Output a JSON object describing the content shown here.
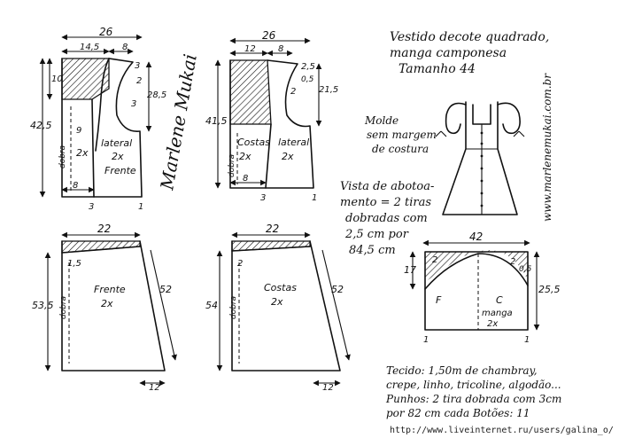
{
  "title": {
    "line1": "Vestido decote quadrado,",
    "line2": "manga camponesa",
    "line3": "Tamanho 44"
  },
  "molde_note": {
    "line1": "Molde",
    "line2": "sem margem",
    "line3": "de costura"
  },
  "vista_note": {
    "line1": "Vista de abotoa-",
    "line2": "mento = 2 tiras",
    "line3": "dobradas com",
    "line4": "2,5 cm por",
    "line5": "84,5 cm"
  },
  "fabric_note": {
    "line1": "Tecido: 1,50m de chambray,",
    "line2": "crepe, linho, tricoline, algodão...",
    "line3": "Punhos: 2 tira dobrada com 3cm",
    "line4": "por 82 cm cada Botões: 11"
  },
  "side_url": "www.marlenemukai.com.br",
  "footer_url": "http://www.liveinternet.ru/users/galina_o/",
  "signature": "Marlene Mukai",
  "bodice_front": {
    "width": "26",
    "top_left": "14,5",
    "top_right": "8",
    "shoulder": "3",
    "height_left": "42,5",
    "height_upper": "10",
    "armhole": "28,5",
    "mark_2": "2",
    "mark_3": "3",
    "mark_9": "9",
    "fold": "dobra",
    "qty": "2x",
    "label_lateral": "lateral",
    "label_qty2": "2x",
    "label_frente": "Frente",
    "bottom_8": "8",
    "bottom_3": "3",
    "bottom_1": "1"
  },
  "bodice_back": {
    "width": "26",
    "top_left": "12",
    "top_right": "8",
    "mark_25": "2,5",
    "height_left": "41,5",
    "armhole": "21,5",
    "mark_05": "0,5",
    "mark_2": "2",
    "fold": "dobra",
    "label_costas": "Costas",
    "label_qty": "2x",
    "label_lateral": "lateral",
    "label_qty2": "2x",
    "bottom_8": "8",
    "bottom_3": "3",
    "bottom_1": "1"
  },
  "skirt_front": {
    "top": "22",
    "mark_15": "1,5",
    "height": "53,5",
    "side": "52",
    "bottom": "12",
    "fold": "dobra",
    "label": "Frente",
    "qty": "2x"
  },
  "skirt_back": {
    "top": "22",
    "mark_2": "2",
    "height": "54",
    "side": "52",
    "bottom": "12",
    "fold": "dobra",
    "label": "Costas",
    "qty": "2x"
  },
  "sleeve": {
    "width": "42",
    "height": "17",
    "height_right": "25,5",
    "mark_2": "2",
    "mark_05": "0,5",
    "label_f": "F",
    "label_c": "C",
    "label_manga": "manga",
    "qty": "2x",
    "mark_1": "1"
  }
}
